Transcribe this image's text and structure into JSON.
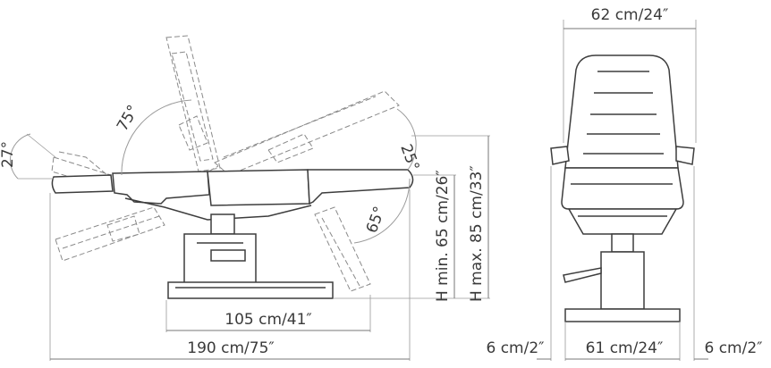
{
  "side_view": {
    "angles": {
      "backrest_fold": "27°",
      "backrest_tilt": "75°",
      "legrest_up": "25°",
      "legrest_down": "65°"
    },
    "dimensions": {
      "base_length": "105 cm/41″",
      "total_length": "190 cm/75″",
      "height_min": "H min. 65 cm/26″",
      "height_max": "H max. 85 cm/33″"
    }
  },
  "front_view": {
    "dimensions": {
      "top_width": "62 cm/24″",
      "left_margin": "6 cm/2″",
      "seat_width": "61 cm/24″",
      "right_margin": "6 cm/2″"
    }
  }
}
